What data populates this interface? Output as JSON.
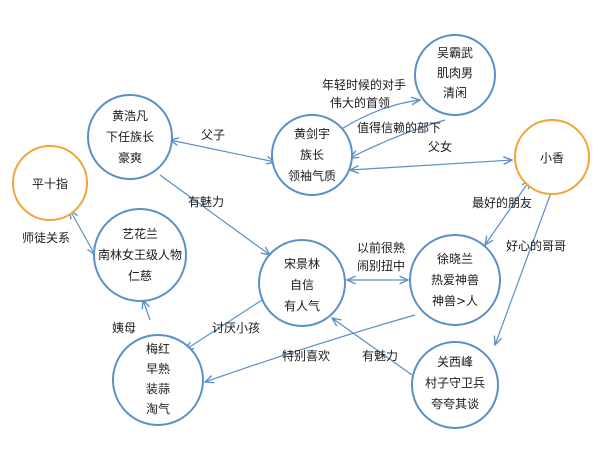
{
  "colors": {
    "blue_border": "#5b8fc7",
    "orange_border": "#f2a43a",
    "edge": "#5b8fc7",
    "text": "#1a1a1a"
  },
  "nodes": [
    {
      "id": "wu",
      "lines": [
        "吴霸武",
        "肌肉男",
        "清闲"
      ],
      "color": "blue"
    },
    {
      "id": "huanghaofan",
      "lines": [
        "黄浩凡",
        "下任族长",
        "豪爽"
      ],
      "color": "blue"
    },
    {
      "id": "huangjianyu",
      "lines": [
        "黄剑宇",
        "族长",
        "领袖气质"
      ],
      "color": "blue"
    },
    {
      "id": "xiaoxiang",
      "lines": [
        "小香"
      ],
      "color": "orange"
    },
    {
      "id": "pingshizhi",
      "lines": [
        "平十指"
      ],
      "color": "orange"
    },
    {
      "id": "yihualan",
      "lines": [
        "艺花兰",
        "南林女王级人物",
        "仁慈"
      ],
      "color": "blue"
    },
    {
      "id": "songjinglin",
      "lines": [
        "宋景林",
        "自信",
        "有人气"
      ],
      "color": "blue"
    },
    {
      "id": "xuxiaolan",
      "lines": [
        "徐晓兰",
        "热爱神兽",
        "神兽>人"
      ],
      "color": "blue"
    },
    {
      "id": "meihong",
      "lines": [
        "梅红",
        "早熟",
        "装蒜",
        "淘气"
      ],
      "color": "blue"
    },
    {
      "id": "guanxifeng",
      "lines": [
        "关西峰",
        "村子守卫兵",
        "夸夸其谈"
      ],
      "color": "blue"
    }
  ],
  "labels": {
    "wu_rival": [
      "年轻时候的对手",
      "伟大的首领"
    ],
    "trusted": "值得信赖的部下",
    "father_son": "父子",
    "father_daughter": "父女",
    "charm_1": "有魅力",
    "best_friend": "最好的朋友",
    "master": "师徒关系",
    "kind_brother": "好心的哥哥",
    "old_friends": [
      "以前很熟",
      "闹别扭中"
    ],
    "dislike_kids": "讨厌小孩",
    "aunt": "姨母",
    "special_like": "特别喜欢",
    "charm_2": "有魅力"
  }
}
